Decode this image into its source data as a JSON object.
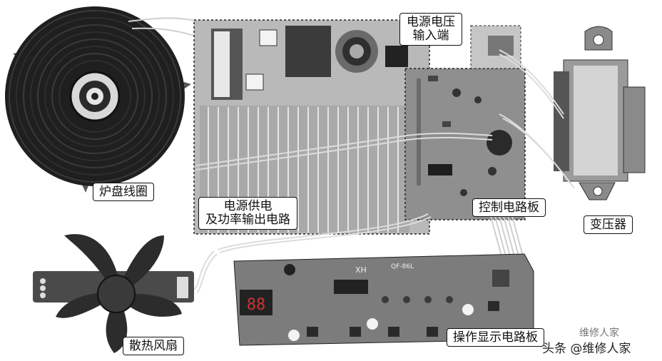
{
  "labels": {
    "coil": "炉盘线圈",
    "power_input_line1": "电源电压",
    "power_input_line2": "输入端",
    "power_supply_line1": "电源供电",
    "power_supply_line2": "及功率输出电路",
    "control_board": "控制电路板",
    "transformer": "变压器",
    "fan": "散热风扇",
    "display_board": "操作显示电路板"
  },
  "board_marks": {
    "xh": "XH",
    "model": "QF-86L"
  },
  "display_digits": "88",
  "watermark": {
    "primary": "头条 @维修人家",
    "secondary": "维修人家"
  }
}
